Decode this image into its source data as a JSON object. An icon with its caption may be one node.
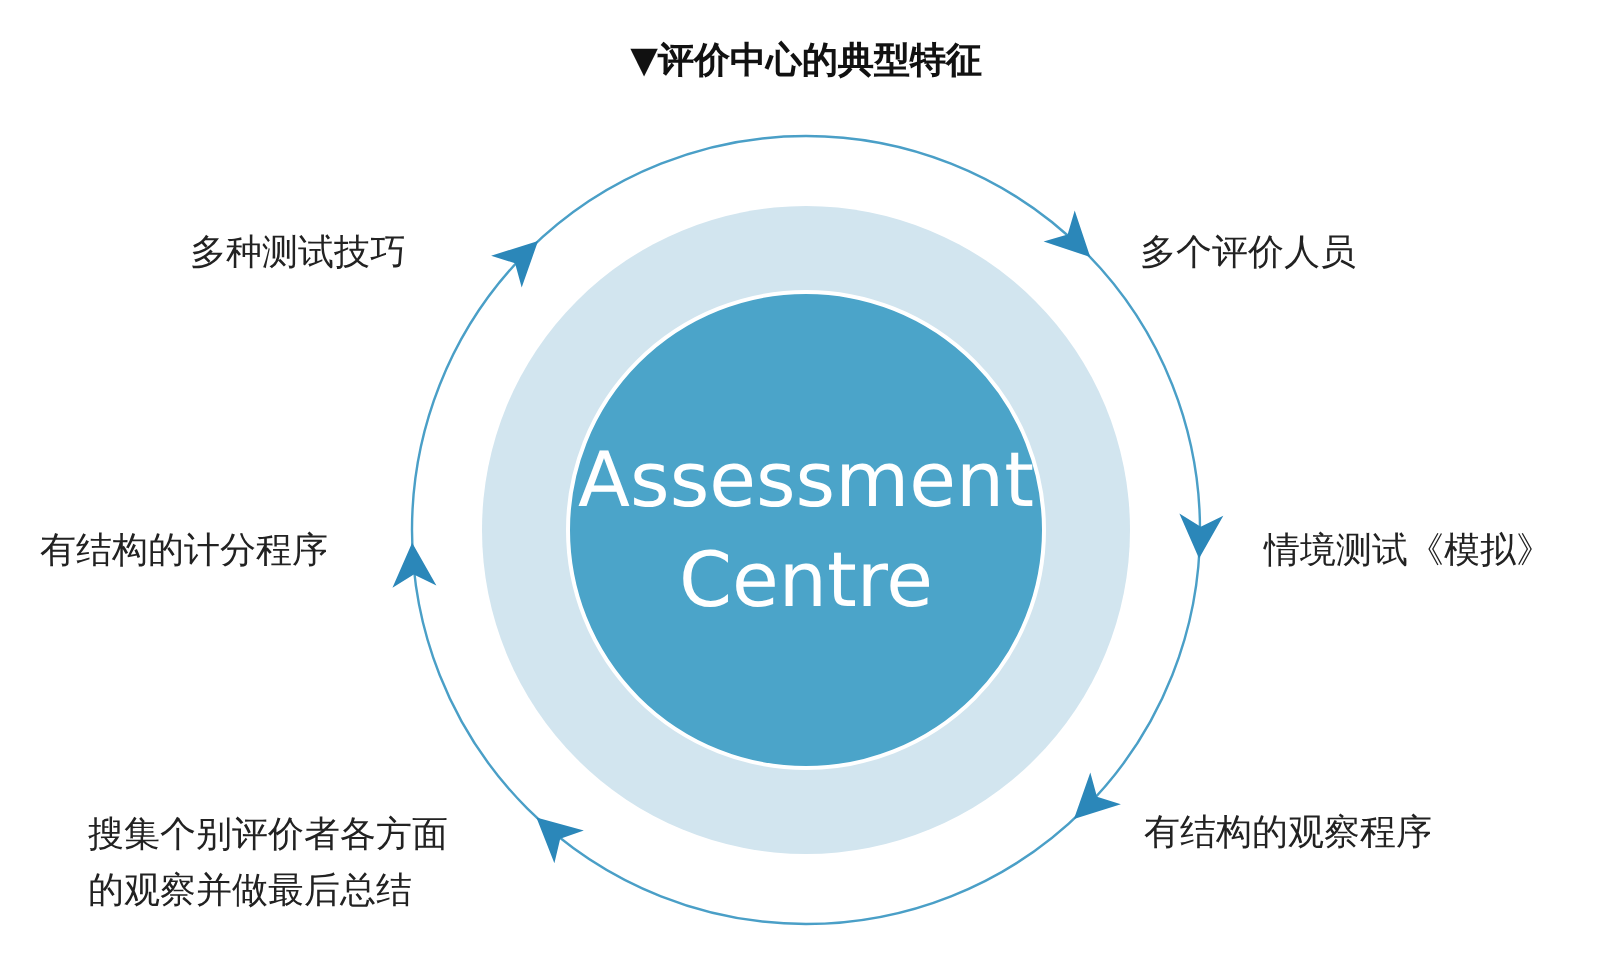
{
  "diagram": {
    "title": "▼评价中心的典型特征",
    "nodes": [
      {
        "text": [],
        "shape": "circle"
      },
      {
        "text": [
          "Assessment Centre"
        ],
        "in": 0
      }
    ],
    "labels": [
      "多种测试技巧",
      "多个评价人员",
      "有结构的计分程序",
      "情境测试《模拟》",
      "搜集个别评价者各方面的观察并做最后总结",
      "有结构的观察程序"
    ]
  }
}
